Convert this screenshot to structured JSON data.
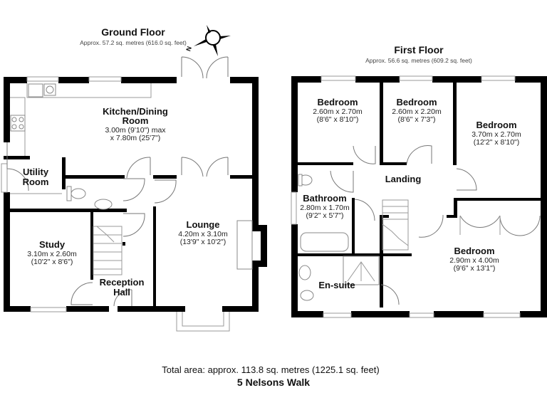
{
  "ground_floor": {
    "title": "Ground Floor",
    "area": "Approx. 57.2 sq. metres (616.0 sq. feet)",
    "compass_label": "N",
    "rooms": [
      {
        "name1": "Kitchen/Dining",
        "name2": "Room",
        "dim1": "3.00m (9'10\") max",
        "dim2": "x 7.80m (25'7\")"
      },
      {
        "name1": "Utility",
        "name2": "Room"
      },
      {
        "name1": "Study",
        "dim1": "3.10m x 2.60m",
        "dim2": "(10'2\" x 8'6\")"
      },
      {
        "name1": "Reception",
        "name2": "Hall"
      },
      {
        "name1": "Lounge",
        "dim1": "4.20m x 3.10m",
        "dim2": "(13'9\" x 10'2\")"
      }
    ]
  },
  "first_floor": {
    "title": "First Floor",
    "area": "Approx. 56.6 sq. metres (609.2 sq. feet)",
    "rooms": [
      {
        "name1": "Bedroom",
        "dim1": "2.60m x 2.70m",
        "dim2": "(8'6\" x 8'10\")"
      },
      {
        "name1": "Bedroom",
        "dim1": "2.60m x 2.20m",
        "dim2": "(8'6\" x 7'3\")"
      },
      {
        "name1": "Bedroom",
        "dim1": "3.70m x 2.70m",
        "dim2": "(12'2\" x 8'10\")"
      },
      {
        "name1": "Landing"
      },
      {
        "name1": "Bathroom",
        "dim1": "2.80m x 1.70m",
        "dim2": "(9'2\" x 5'7\")"
      },
      {
        "name1": "Bedroom",
        "dim1": "2.90m x 4.00m",
        "dim2": "(9'6\" x 13'1\")"
      },
      {
        "name1": "En-suite"
      }
    ]
  },
  "footer": {
    "total_area": "Total area: approx. 113.8 sq. metres (1225.1 sq. feet)",
    "address": "5 Nelsons Walk"
  }
}
